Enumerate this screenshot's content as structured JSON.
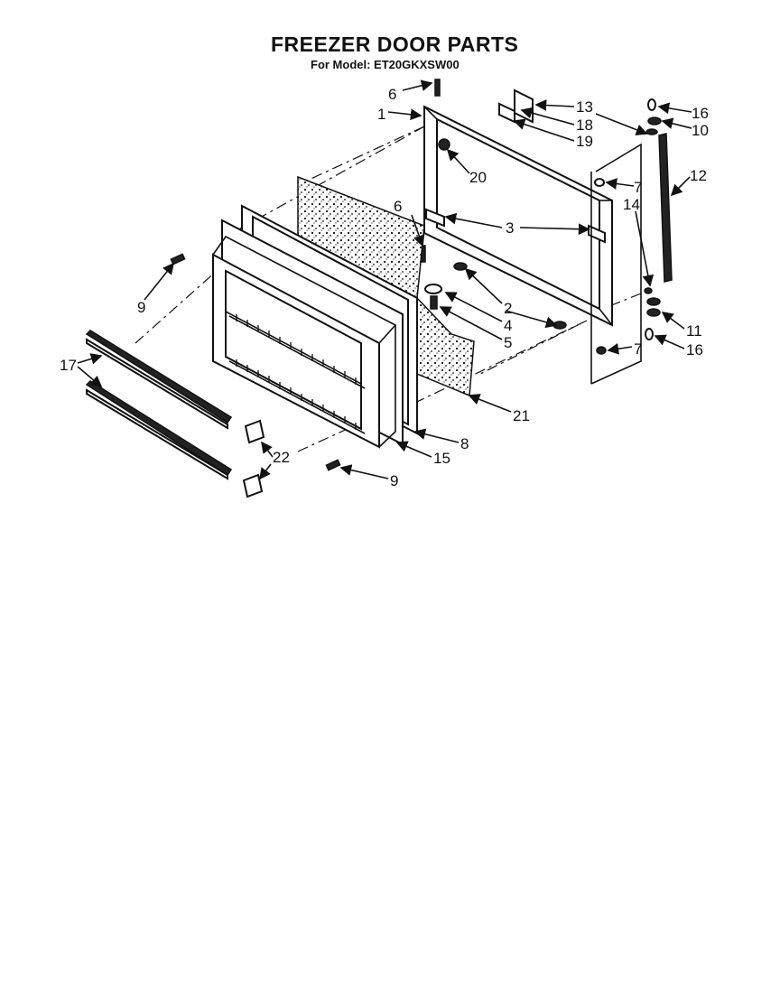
{
  "title": "FREEZER DOOR PARTS",
  "subtitle": "For Model: ET20GKXSW00",
  "callouts": {
    "c1": "1",
    "c2": "2",
    "c3": "3",
    "c4": "4",
    "c5": "5",
    "c6a": "6",
    "c6b": "6",
    "c7a": "7",
    "c7b": "7",
    "c8": "8",
    "c9a": "9",
    "c9b": "9",
    "c10": "10",
    "c11": "11",
    "c12": "12",
    "c13": "13",
    "c14": "14",
    "c15": "15",
    "c16a": "16",
    "c16b": "16",
    "c17": "17",
    "c18": "18",
    "c19": "19",
    "c20": "20",
    "c21": "21",
    "c22": "22"
  }
}
